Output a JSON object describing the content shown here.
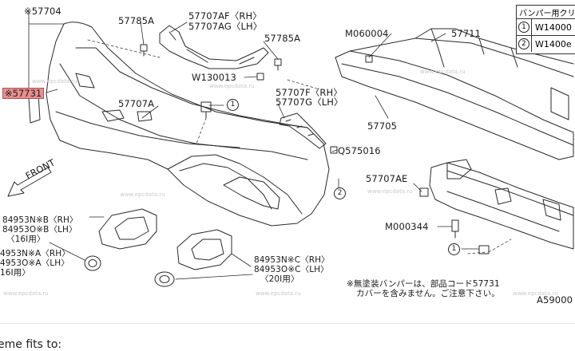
{
  "legend": {
    "header": "バンパー用クリ",
    "rows": [
      {
        "num": "1",
        "code": "W14000"
      },
      {
        "num": "2",
        "code": "W1400e"
      }
    ]
  },
  "labels": {
    "p57704": "※57704",
    "p57785a_top": "57785A",
    "p57707af": "57707AF〈RH〉",
    "p57707ag": "57707AG〈LH〉",
    "p57785a_right": "57785A",
    "w130013": "W130013",
    "p57731": "※57731",
    "p57707a": "57707A",
    "p57707f": "57707F〈RH〉",
    "p57707g": "57707G〈LH〉",
    "m060004": "M060004",
    "p57711": "57711",
    "p57705": "57705",
    "q575016": "Q575016",
    "p57707ae": "57707AE",
    "m000344": "M000344",
    "front": "FRONT",
    "b84953nb": "84953N※B〈RH〉",
    "b84953ob": "84953O※B〈LH〉",
    "b16i": "〈16I用〉",
    "a84953na": "4953N※A〈RH〉",
    "a84953oa": "4953O※A〈LH〉",
    "a16i": "16I用〉",
    "c84953nc": "84953N※C〈RH〉",
    "c84953oc": "84953O※C〈LH〉",
    "c20i": "〈20I用〉",
    "note_line1": "※無塗装バンパーは、部品コード57731",
    "note_line2": "カバーを含みません。ご注意下さい。",
    "diagram_id": "A59000"
  },
  "callouts": {
    "one": "1",
    "two": "2"
  },
  "watermark": "www.epcdata.ru",
  "footer": "eme fits to:"
}
